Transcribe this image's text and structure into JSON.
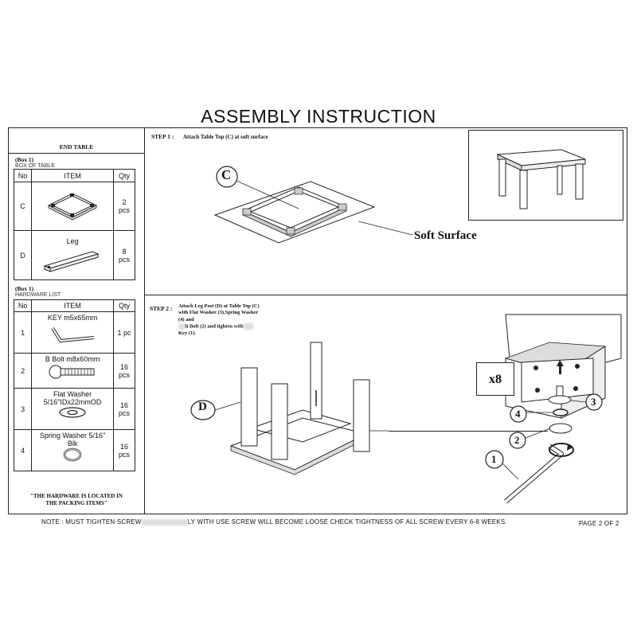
{
  "title": "ASSEMBLY INSTRUCTION",
  "left_panel": {
    "heading": "END TABLE",
    "box1_title": "(Box 1)",
    "box1_subtitle": "BOX OF TABLE",
    "box1_headers": [
      "No",
      "ITEM",
      "Qty"
    ],
    "box1_rows": [
      {
        "no": "C",
        "item": "",
        "qty_num": "2",
        "qty_unit": "pcs"
      },
      {
        "no": "D",
        "item": "Leg",
        "qty_num": "8",
        "qty_unit": "pcs"
      }
    ],
    "box2_title": "(Box 1)",
    "box2_subtitle": "HARDWARE LIST",
    "box2_headers": [
      "No",
      "ITEM",
      "Qty"
    ],
    "box2_rows": [
      {
        "no": "1",
        "item_line1": "KEY m5x65mm",
        "item_line2": "",
        "qty_num": "1 pc",
        "qty_unit": ""
      },
      {
        "no": "2",
        "item_line1": "B Bolt m8x60mm",
        "item_line2": "",
        "qty_num": "16",
        "qty_unit": "pcs"
      },
      {
        "no": "3",
        "item_line1": "Flat Washer",
        "item_line2": "5/16\"IDx22mmOD",
        "qty_num": "16",
        "qty_unit": "pcs"
      },
      {
        "no": "4",
        "item_line1": "Spring Washer 5/16\"",
        "item_line2": "Blk",
        "qty_num": "16",
        "qty_unit": "pcs"
      }
    ],
    "hardware_note_line1": "\"THE HARDWARE IS LOCATED IN",
    "hardware_note_line2": "THE PACKING ITEMS\""
  },
  "step1": {
    "label": "STEP 1 :",
    "text": "Attach Table  Top (C) at soft surface",
    "part_letter": "C",
    "surface_label": "Soft Surface"
  },
  "step2": {
    "label": "STEP 2 :",
    "text_line1": "Attach Leg Post (D) at Table Top (C)",
    "text_line2": "with Flat Washer (3),Spring Washer",
    "text_line3": "(4) and",
    "text_line4": "B Bolt (2) and tighten with",
    "text_line5": "Key (1).",
    "part_letter": "D",
    "multiplier": "x8",
    "callouts": [
      "1",
      "2",
      "3",
      "4"
    ]
  },
  "footer": {
    "note_prefix": "NOTE : MUST TIGHTEN SCREW",
    "note_suffix": "LY WITH USE SCREW WILL BECOME LOOSE CHECK TIGHTNESS OF ALL SCREW EVERY 6-8 WEEKS.",
    "page": "PAGE 2 OF 2"
  }
}
